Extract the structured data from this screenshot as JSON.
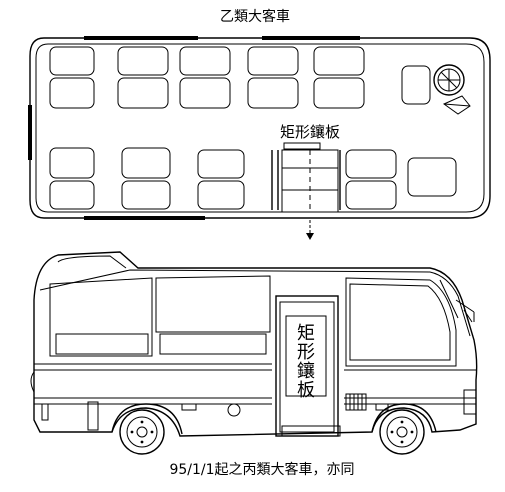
{
  "diagram": {
    "top_title": "乙類大客車",
    "top_plate_label": "矩形鑲板",
    "side_plate_chars": [
      "矩",
      "形",
      "鑲",
      "板"
    ],
    "caption": "95/1/1起之丙類大客車，亦同"
  },
  "icons": {
    "steering_wheel": "steering-wheel-icon",
    "arrow_down": "arrow-down-icon"
  }
}
